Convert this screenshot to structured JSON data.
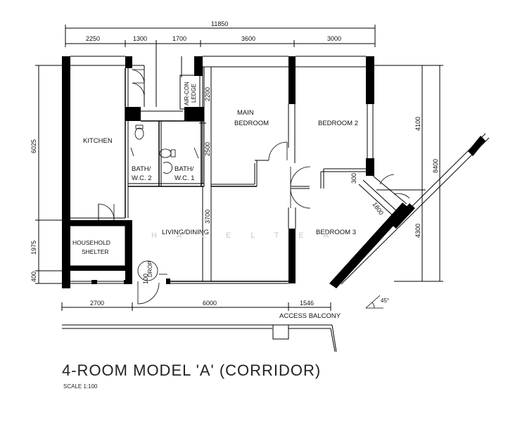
{
  "title": "4-ROOM MODEL 'A' (CORRIDOR)",
  "scale": "SCALE   1:100",
  "watermark": "HAZELTEA",
  "dimensions": {
    "overall_width": "11850",
    "top_2250": "2250",
    "top_1300": "1300",
    "top_1700": "1700",
    "top_3600": "3600",
    "top_3000": "3000",
    "left_6025": "6025",
    "left_1975": "1975",
    "left_400": "400",
    "bottom_2700": "2700",
    "bottom_6000": "6000",
    "bottom_1546": "1546",
    "inner_2200": "2200",
    "inner_2500": "2500",
    "inner_3700": "3700",
    "inner_300": "300",
    "inner_1800": "1800",
    "inner_100": "100",
    "right_4100": "4100",
    "right_8400": "8400",
    "right_4300": "4300",
    "angle": "45°"
  },
  "rooms": {
    "kitchen": "KITCHEN",
    "bath2_line1": "BATH/",
    "bath2_line2": "W.C. 2",
    "bath1_line1": "BATH/",
    "bath1_line2": "W.C. 1",
    "aircon_line1": "AIR-CON",
    "aircon_line2": "LEDGE",
    "main_bed_line1": "MAIN",
    "main_bed_line2": "BEDROOM",
    "bedroom2": "BEDROOM 2",
    "bedroom3": "BEDROOM 3",
    "living": "LIVING/DINING",
    "shelter_line1": "HOUSEHOLD",
    "shelter_line2": "SHELTER",
    "drop": "DROP",
    "access_balcony": "ACCESS BALCONY"
  }
}
